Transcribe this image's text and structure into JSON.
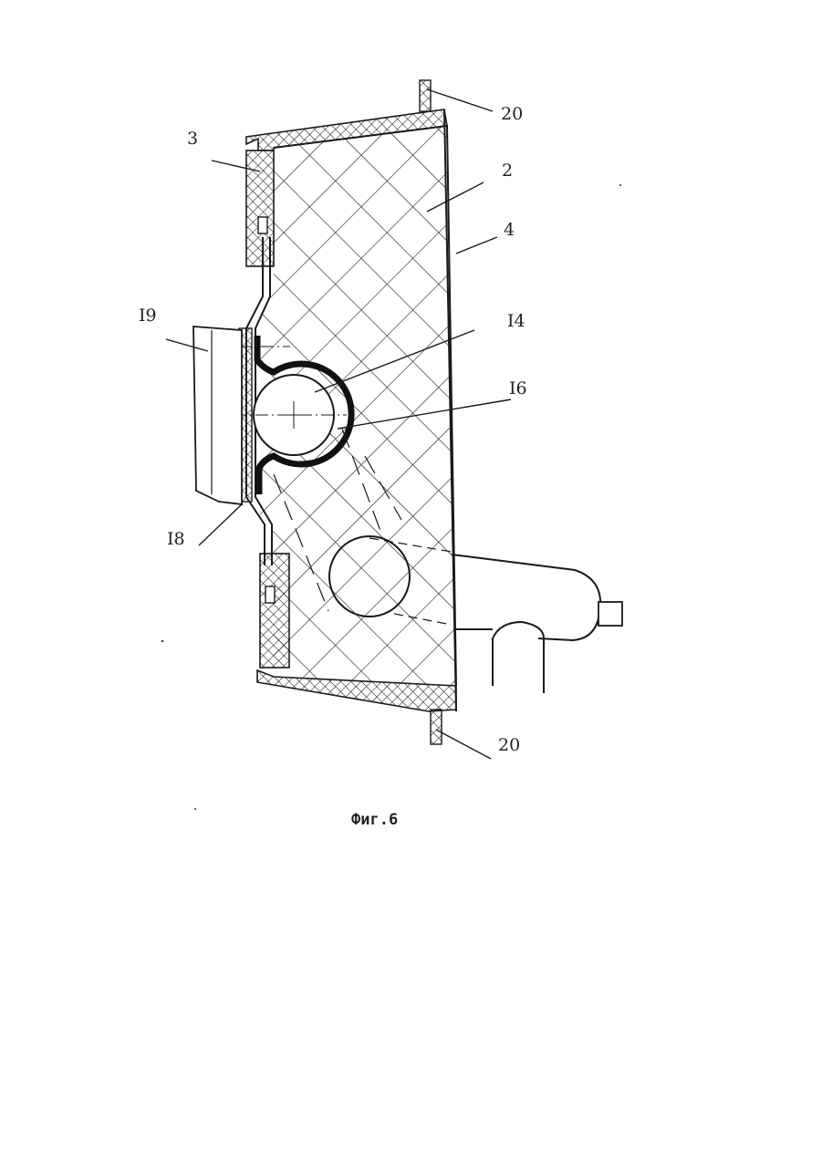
{
  "figure": {
    "caption": "Фиг.6",
    "labels": {
      "l20_top": "20",
      "l3": "3",
      "l2": "2",
      "l4": "4",
      "l19": "I9",
      "l14": "I4",
      "l16": "I6",
      "l18": "I8",
      "l20_bottom": "20"
    }
  },
  "colors": {
    "ink": "#1a1a1a",
    "paper": "#ffffff"
  }
}
